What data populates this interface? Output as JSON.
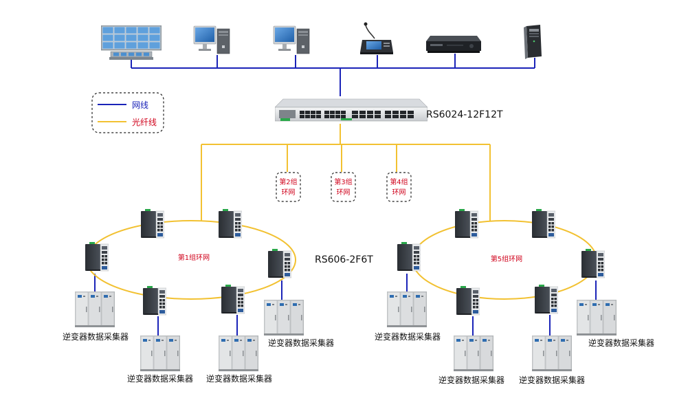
{
  "legend": {
    "network_cable": "网线",
    "fiber_cable": "光纤线",
    "network_color": "#1a23b8",
    "fiber_color": "#f2c131"
  },
  "colors": {
    "ring_label": "#d0021b",
    "inverter_body": "#d9dbdc",
    "switch_body": "#353a40"
  },
  "core_switch": {
    "model": "RS6024-12F12T"
  },
  "ring_switch": {
    "model": "RS606-2F6T"
  },
  "top_devices": [
    {
      "name": "video-wall",
      "icon": "video-wall-icon"
    },
    {
      "name": "workstation-1",
      "icon": "computer-icon"
    },
    {
      "name": "workstation-2",
      "icon": "computer-icon"
    },
    {
      "name": "paging-console",
      "icon": "microphone-console-icon"
    },
    {
      "name": "nvr",
      "icon": "nvr-recorder-icon"
    },
    {
      "name": "server",
      "icon": "tower-server-icon"
    }
  ],
  "ring_groups": [
    {
      "line1": "第2组",
      "line2": "环网"
    },
    {
      "line1": "第3组",
      "line2": "环网"
    },
    {
      "line1": "第4组",
      "line2": "环网"
    }
  ],
  "rings": [
    {
      "label": "第1组环网"
    },
    {
      "label": "第5组环网"
    }
  ],
  "collectors": [
    {
      "label": "逆变器数据采集器"
    },
    {
      "label": "逆变器数据采集器"
    },
    {
      "label": "逆变器数据采集器"
    },
    {
      "label": "逆变器数据采集器"
    },
    {
      "label": "逆变器数据采集器"
    },
    {
      "label": "逆变器数据采集器"
    },
    {
      "label": "逆变器数据采集器"
    },
    {
      "label": "逆变器数据采集器"
    }
  ]
}
